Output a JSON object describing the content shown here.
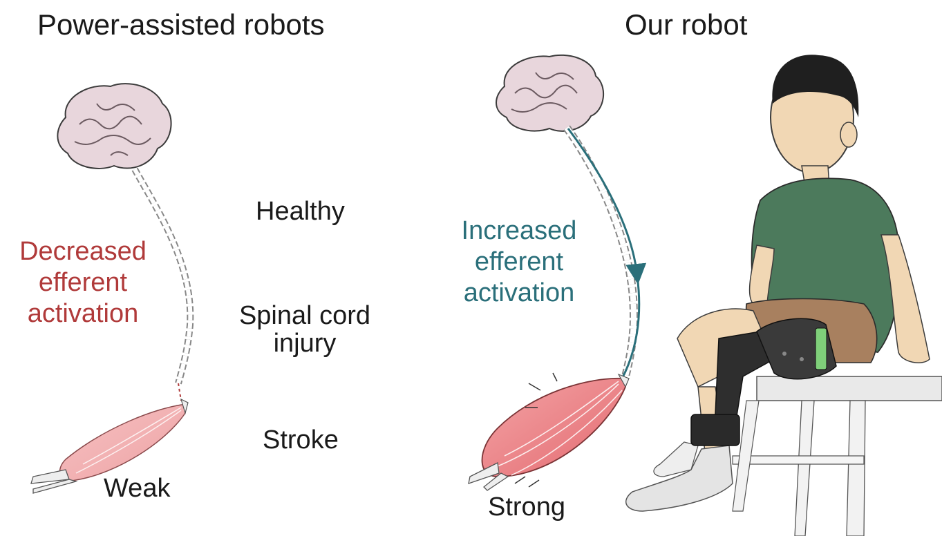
{
  "panels": {
    "left": {
      "title": "Power-assisted robots",
      "activation": [
        "Decreased",
        "efferent",
        "activation"
      ],
      "conditions": {
        "healthy": "Healthy",
        "sci_line1": "Spinal cord",
        "sci_line2": "injury",
        "stroke": "Stroke"
      },
      "muscle_label": "Weak"
    },
    "right": {
      "title": "Our robot",
      "activation": [
        "Increased",
        "efferent",
        "activation"
      ],
      "muscle_label": "Strong"
    }
  },
  "colors": {
    "decreased": "#b03a3a",
    "increased": "#2a6f7a",
    "brain": "#e8d6dc",
    "muscle": "#e9757a",
    "shirt": "#4c7a5c",
    "shorts": "#a8805f",
    "skin": "#f1d7b4",
    "brace": "#2e2e2e",
    "brace_indicator": "#7fd07a"
  },
  "icons": [
    "brain-icon",
    "spine-icon",
    "muscle-icon",
    "child-icon",
    "knee-robot-icon",
    "stool-icon"
  ]
}
